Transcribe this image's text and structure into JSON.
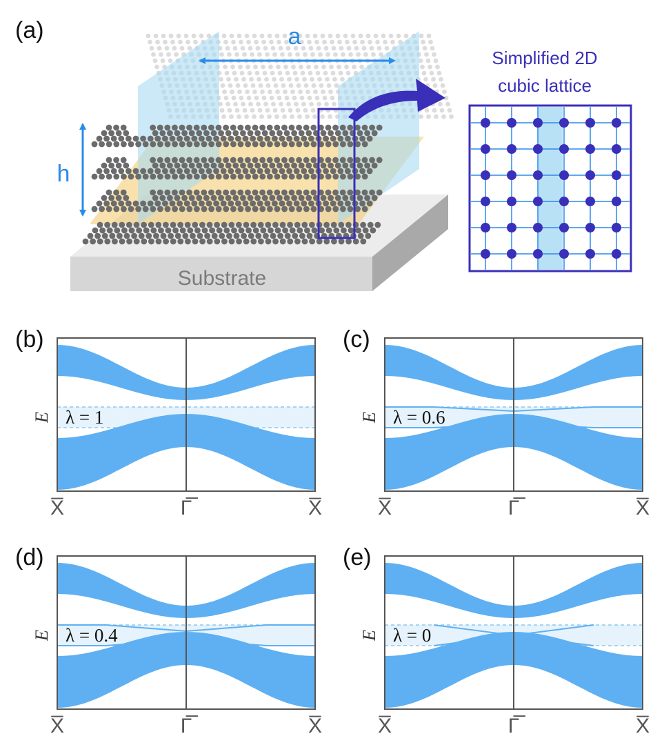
{
  "panel_a": {
    "label": "(a)",
    "a_label": "a",
    "h_label": "h",
    "substrate_label": "Substrate",
    "inset_title_line1": "Simplified 2D",
    "inset_title_line2": "cubic lattice",
    "inset_lattice": {
      "rows": 6,
      "cols": 6,
      "highlight_col": 2
    }
  },
  "colors": {
    "band": "#5eb0f2",
    "gap": "#e6f3fc",
    "axis": "#555555",
    "dashed": "#8ec8ee",
    "lattice_dot": "#3a2fb8",
    "lattice_line": "#2a8be8",
    "plane": "#a8daf2",
    "yellow_plane": "#f2c96a",
    "arrow_blue": "#2a8be8",
    "inset_arrow": "#3a2fb8"
  },
  "chart_data": [
    {
      "panel": "(b)",
      "type": "area",
      "ylabel": "E",
      "annotation": "λ = 1",
      "xticks": [
        "X̅",
        "Γ̅",
        "X̅"
      ],
      "lambda": 1
    },
    {
      "panel": "(c)",
      "type": "area",
      "ylabel": "E",
      "annotation": "λ = 0.6",
      "xticks": [
        "X̅",
        "Γ̅",
        "X̅"
      ],
      "lambda": 0.6
    },
    {
      "panel": "(d)",
      "type": "area",
      "ylabel": "E",
      "annotation": "λ = 0.4",
      "xticks": [
        "X̅",
        "Γ̅",
        "X̅"
      ],
      "lambda": 0.4
    },
    {
      "panel": "(e)",
      "type": "area",
      "ylabel": "E",
      "annotation": "λ = 0",
      "xticks": [
        "X̅",
        "Γ̅",
        "X̅"
      ],
      "lambda": 0
    }
  ]
}
